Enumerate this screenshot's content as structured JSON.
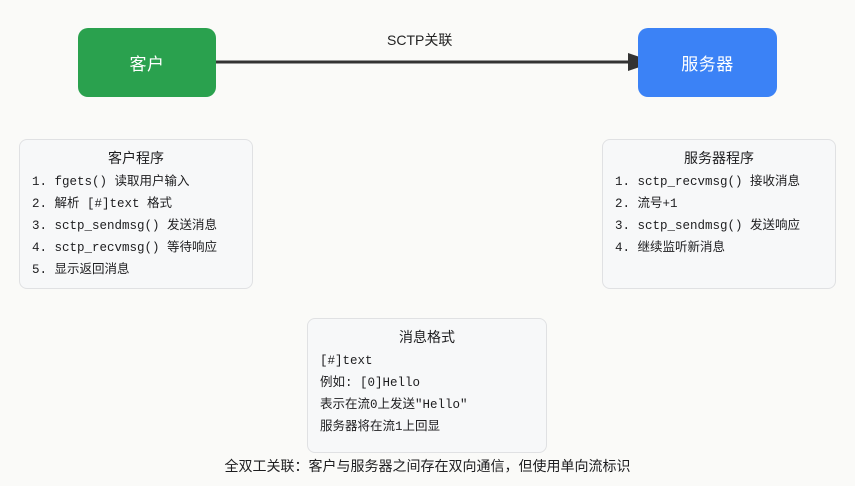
{
  "diagram": {
    "nodes": {
      "client": {
        "label": "客户",
        "color": "#2aa14e"
      },
      "server": {
        "label": "服务器",
        "color": "#3b82f6"
      }
    },
    "edge": {
      "label": "SCTP关联",
      "color": "#333333",
      "arrow": "arrow-right-icon"
    },
    "client_card": {
      "title": "客户程序",
      "steps": [
        "1. fgets() 读取用户输入",
        "2. 解析 [#]text 格式",
        "3. sctp_sendmsg() 发送消息",
        "4. sctp_recvmsg() 等待响应",
        "5. 显示返回消息"
      ]
    },
    "server_card": {
      "title": "服务器程序",
      "steps": [
        "1. sctp_recvmsg() 接收消息",
        "2. 流号+1",
        "3. sctp_sendmsg() 发送响应",
        "4. 继续监听新消息"
      ]
    },
    "format_card": {
      "title": "消息格式",
      "lines": [
        "[#]text",
        "例如: [0]Hello",
        "表示在流0上发送\"Hello\"",
        "服务器将在流1上回显"
      ]
    },
    "caption": "全双工关联：客户与服务器之间存在双向通信，但使用单向流标识"
  }
}
